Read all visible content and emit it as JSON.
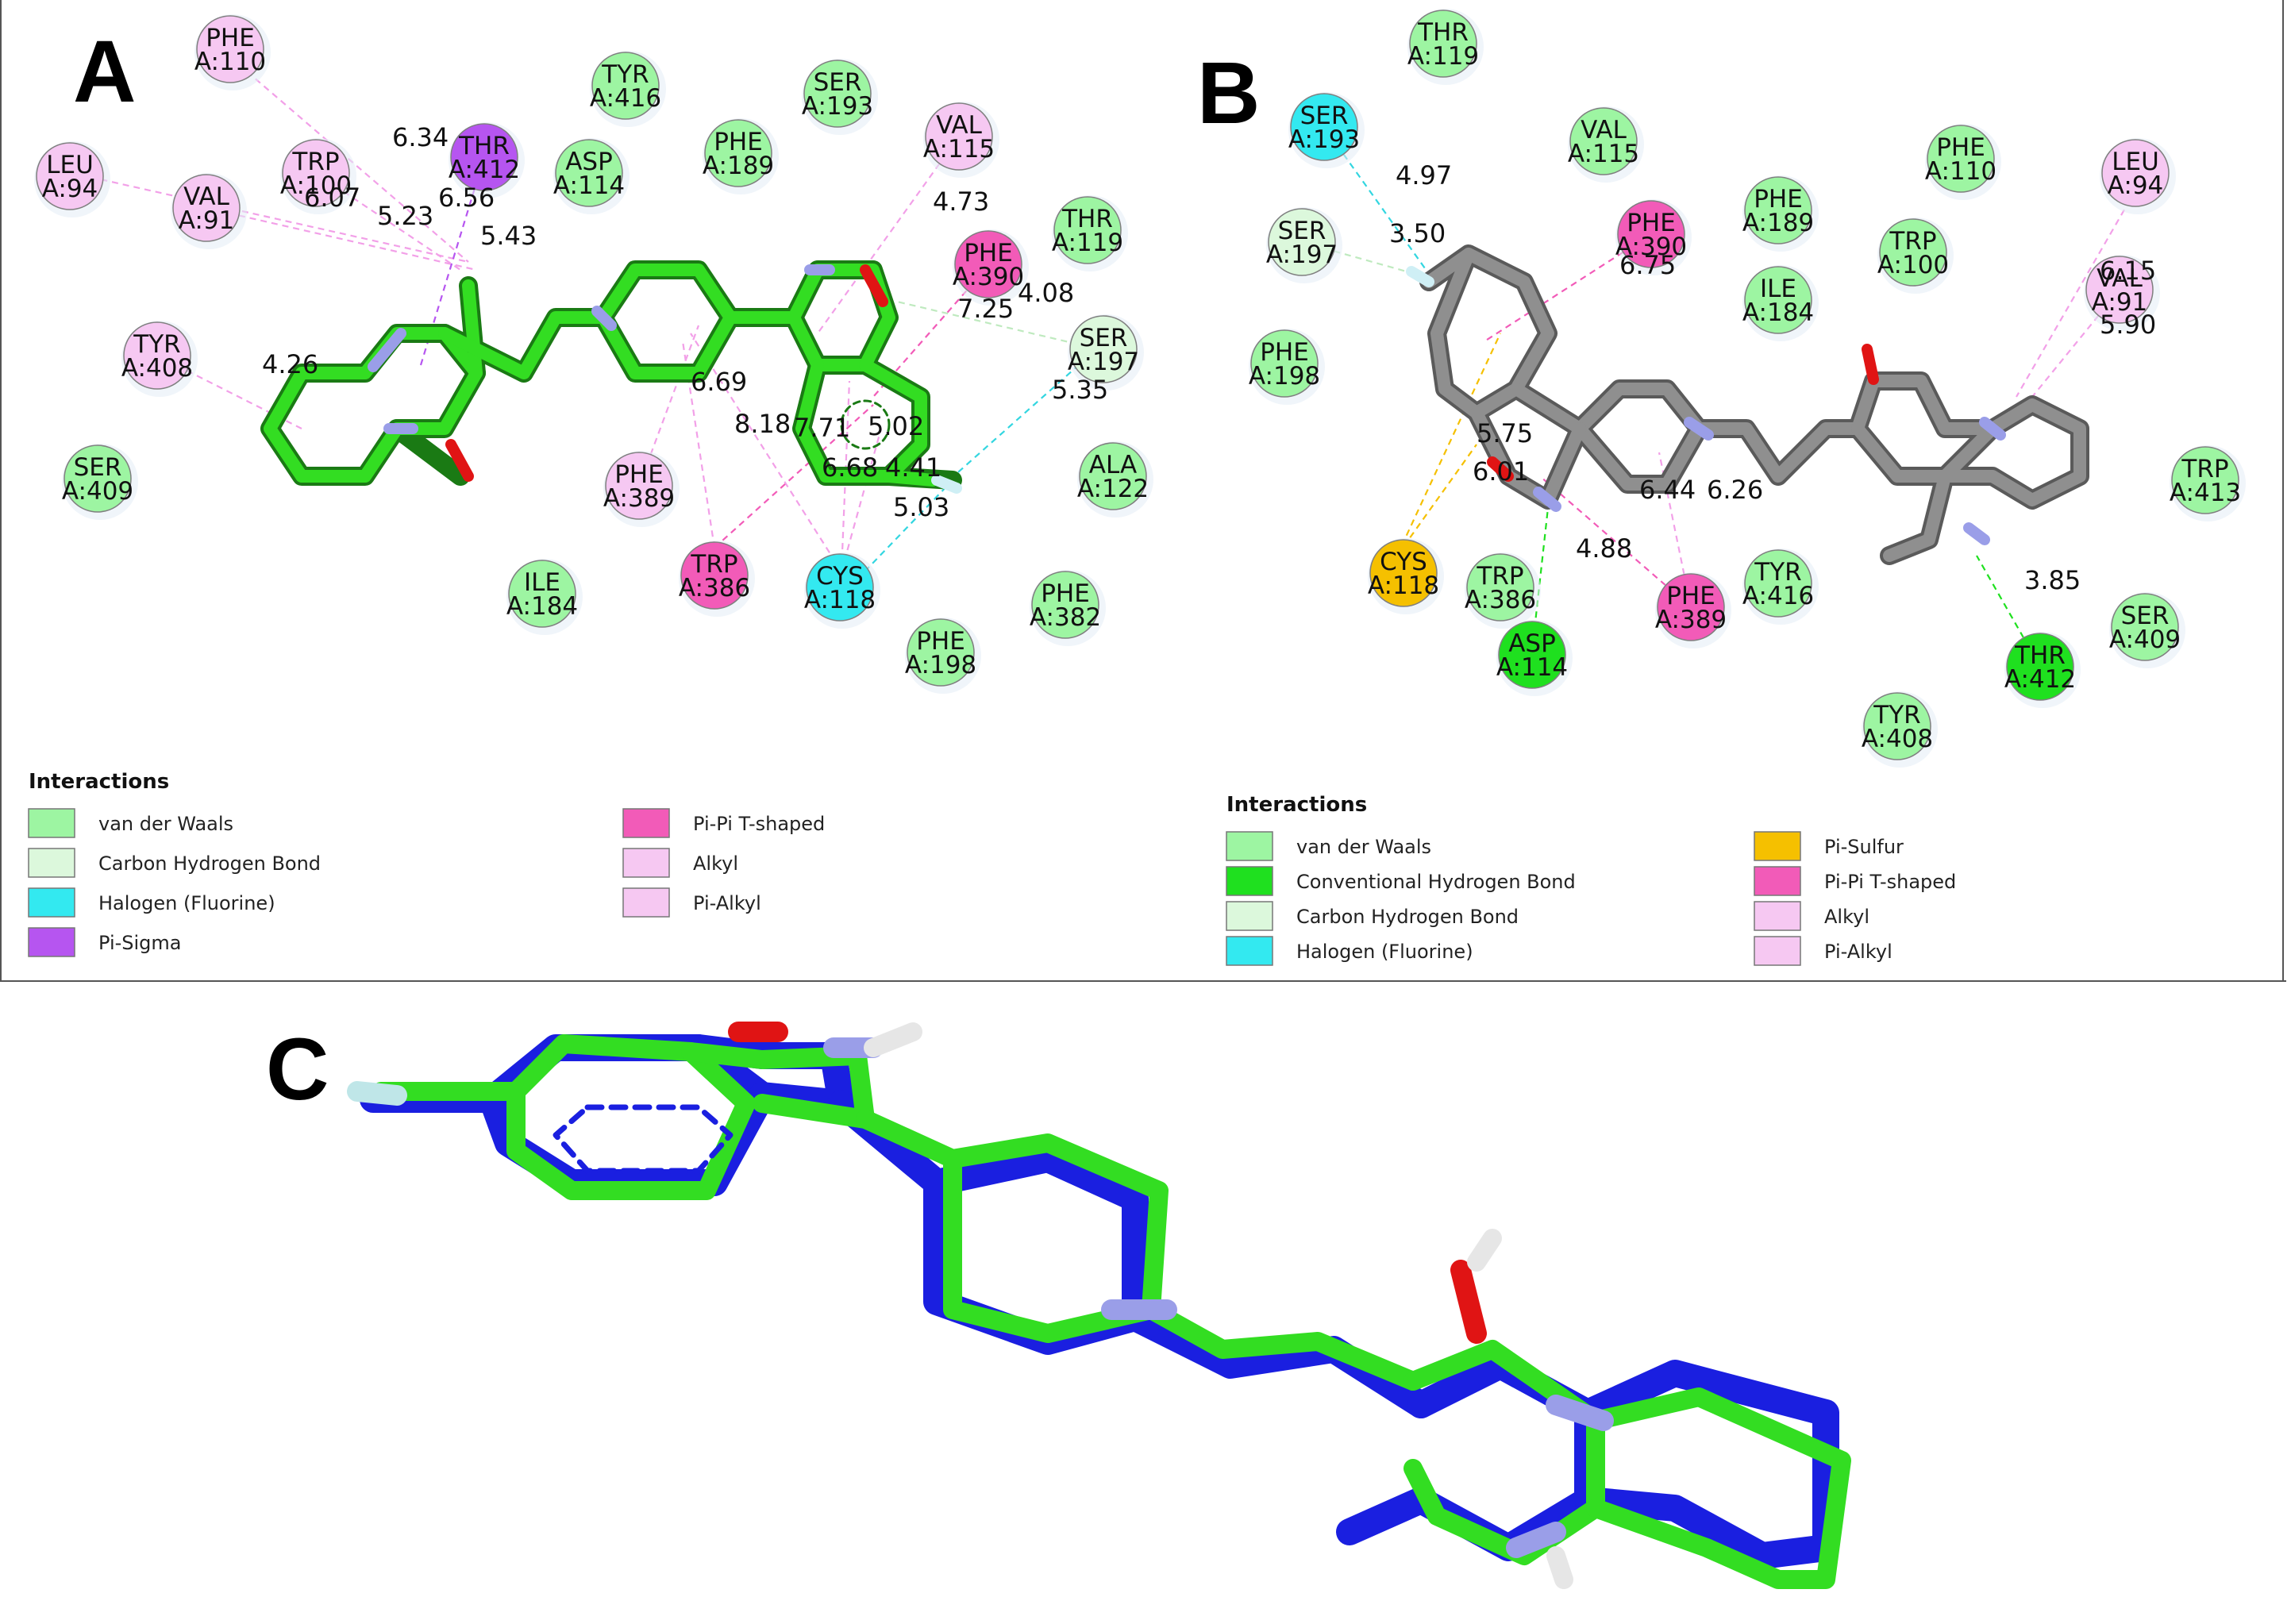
{
  "panels": {
    "A": {
      "letter": "A",
      "residues": [
        {
          "name": "PHE",
          "chain": "A:110",
          "type": "alkyl"
        },
        {
          "name": "LEU",
          "chain": "A:94",
          "type": "alkyl"
        },
        {
          "name": "VAL",
          "chain": "A:91",
          "type": "alkyl"
        },
        {
          "name": "TRP",
          "chain": "A:100",
          "type": "alkyl"
        },
        {
          "name": "THR",
          "chain": "A:412",
          "type": "pisigma"
        },
        {
          "name": "TYR",
          "chain": "A:416",
          "type": "vdw"
        },
        {
          "name": "ASP",
          "chain": "A:114",
          "type": "vdw"
        },
        {
          "name": "SER",
          "chain": "A:193",
          "type": "vdw"
        },
        {
          "name": "PHE",
          "chain": "A:189",
          "type": "vdw"
        },
        {
          "name": "VAL",
          "chain": "A:115",
          "type": "alkyl"
        },
        {
          "name": "PHE",
          "chain": "A:390",
          "type": "pipi"
        },
        {
          "name": "THR",
          "chain": "A:119",
          "type": "vdw"
        },
        {
          "name": "SER",
          "chain": "A:197",
          "type": "chb"
        },
        {
          "name": "TYR",
          "chain": "A:408",
          "type": "alkyl"
        },
        {
          "name": "SER",
          "chain": "A:409",
          "type": "vdw"
        },
        {
          "name": "ALA",
          "chain": "A:122",
          "type": "vdw"
        },
        {
          "name": "PHE",
          "chain": "A:389",
          "type": "alkyl"
        },
        {
          "name": "ILE",
          "chain": "A:184",
          "type": "vdw"
        },
        {
          "name": "TRP",
          "chain": "A:386",
          "type": "pipi"
        },
        {
          "name": "CYS",
          "chain": "A:118",
          "type": "halogen"
        },
        {
          "name": "PHE",
          "chain": "A:382",
          "type": "vdw"
        },
        {
          "name": "PHE",
          "chain": "A:198",
          "type": "vdw"
        }
      ],
      "distances": [
        "6.34",
        "6.07",
        "5.23",
        "6.56",
        "5.43",
        "4.26",
        "4.73",
        "4.08",
        "7.25",
        "5.35",
        "6.69",
        "8.18",
        "7.71",
        "5.02",
        "6.68",
        "4.41",
        "5.03"
      ],
      "legend": {
        "title": "Interactions",
        "items": [
          {
            "label": "van der Waals",
            "color": "#9df5a2"
          },
          {
            "label": "Carbon Hydrogen Bond",
            "color": "#dcf8dc"
          },
          {
            "label": "Halogen (Fluorine)",
            "color": "#33e9f0"
          },
          {
            "label": "Pi-Sigma",
            "color": "#b655f0"
          },
          {
            "label": "Pi-Pi T-shaped",
            "color": "#f25bb8"
          },
          {
            "label": "Alkyl",
            "color": "#f6c8f2"
          },
          {
            "label": "Pi-Alkyl",
            "color": "#f6c8f2"
          }
        ]
      }
    },
    "B": {
      "letter": "B",
      "residues": [
        {
          "name": "THR",
          "chain": "A:119",
          "type": "vdw"
        },
        {
          "name": "SER",
          "chain": "A:193",
          "type": "halogen"
        },
        {
          "name": "VAL",
          "chain": "A:115",
          "type": "vdw"
        },
        {
          "name": "PHE",
          "chain": "A:110",
          "type": "vdw"
        },
        {
          "name": "LEU",
          "chain": "A:94",
          "type": "alkyl"
        },
        {
          "name": "SER",
          "chain": "A:197",
          "type": "chb"
        },
        {
          "name": "PHE",
          "chain": "A:390",
          "type": "pipi"
        },
        {
          "name": "PHE",
          "chain": "A:189",
          "type": "vdw"
        },
        {
          "name": "TRP",
          "chain": "A:100",
          "type": "vdw"
        },
        {
          "name": "VAL",
          "chain": "A:91",
          "type": "alkyl"
        },
        {
          "name": "ILE",
          "chain": "A:184",
          "type": "vdw"
        },
        {
          "name": "PHE",
          "chain": "A:198",
          "type": "vdw"
        },
        {
          "name": "TRP",
          "chain": "A:413",
          "type": "vdw"
        },
        {
          "name": "CYS",
          "chain": "A:118",
          "type": "pisulfur"
        },
        {
          "name": "TRP",
          "chain": "A:386",
          "type": "vdw"
        },
        {
          "name": "ASP",
          "chain": "A:114",
          "type": "hbond"
        },
        {
          "name": "PHE",
          "chain": "A:389",
          "type": "pipi"
        },
        {
          "name": "TYR",
          "chain": "A:416",
          "type": "vdw"
        },
        {
          "name": "SER",
          "chain": "A:409",
          "type": "vdw"
        },
        {
          "name": "THR",
          "chain": "A:412",
          "type": "hbond"
        },
        {
          "name": "TYR",
          "chain": "A:408",
          "type": "vdw"
        }
      ],
      "distances": [
        "4.97",
        "3.50",
        "6.75",
        "6.15",
        "5.90",
        "5.75",
        "6.01",
        "6.44",
        "6.26",
        "4.88",
        "3.85"
      ],
      "legend": {
        "title": "Interactions",
        "items": [
          {
            "label": "van der Waals",
            "color": "#9df5a2"
          },
          {
            "label": "Conventional Hydrogen Bond",
            "color": "#1fe01f"
          },
          {
            "label": "Carbon Hydrogen Bond",
            "color": "#dcf8dc"
          },
          {
            "label": "Halogen (Fluorine)",
            "color": "#33e9f0"
          },
          {
            "label": "Pi-Sulfur",
            "color": "#f5c000"
          },
          {
            "label": "Pi-Pi T-shaped",
            "color": "#f25bb8"
          },
          {
            "label": "Alkyl",
            "color": "#f6c8f2"
          },
          {
            "label": "Pi-Alkyl",
            "color": "#f6c8f2"
          }
        ]
      }
    },
    "C": {
      "letter": "C"
    }
  },
  "colors": {
    "vdw": "#9df5a2",
    "chb": "#dcf8dc",
    "halogen": "#33e9f0",
    "pisigma": "#b655f0",
    "pipi": "#f25bb8",
    "alkyl": "#f6c8f2",
    "hbond": "#1fe01f",
    "pisulfur": "#f5c000",
    "ligand_green": "#33dd22",
    "ligand_grey": "#8f8f8f",
    "overlay_blue": "#1a1fe0",
    "nitrogen": "#9a9ee8",
    "oxygen": "#e01414"
  }
}
